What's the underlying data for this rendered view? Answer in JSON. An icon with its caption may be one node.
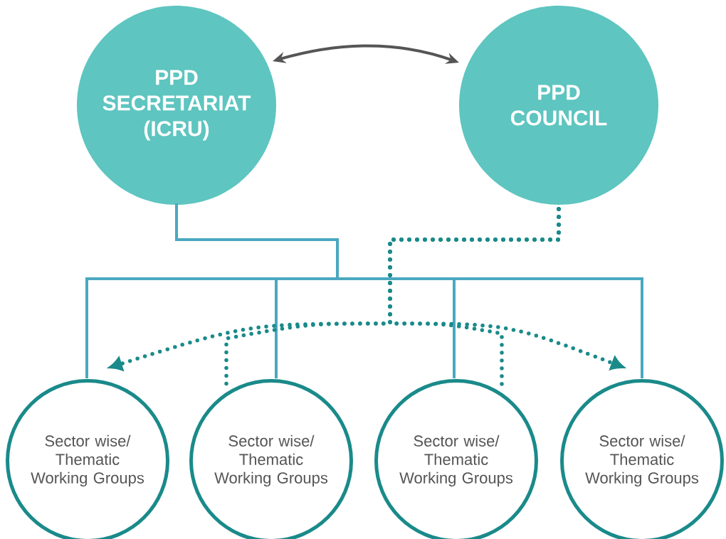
{
  "diagram": {
    "nodes": [
      {
        "text": [
          "PPD SECRETARIAT (ICRU)"
        ]
      },
      {
        "text": [
          "PPD COUNCIL"
        ]
      },
      {
        "text": [
          "Sector wise/ Thematic Working Groups"
        ]
      },
      {
        "text": [
          "Sector wise/ Thematic Working Groups"
        ]
      },
      {
        "text": [
          "Sector wise/ Thematic Working Groups"
        ]
      },
      {
        "text": [
          "Sector wise/ Thematic Working Groups"
        ]
      }
    ],
    "edges": [
      {
        "from": 0,
        "to": 1,
        "arrow": "both",
        "color": "#555555"
      },
      {
        "from": 0,
        "to": 2,
        "arrow": "none",
        "color": "#4aa8c0"
      },
      {
        "from": 0,
        "to": 3,
        "arrow": "none",
        "color": "#4aa8c0"
      },
      {
        "from": 0,
        "to": 4,
        "arrow": "none",
        "color": "#4aa8c0"
      },
      {
        "from": 0,
        "to": 5,
        "arrow": "none",
        "color": "#4aa8c0"
      },
      {
        "from": 1,
        "to": 2,
        "arrow": "to",
        "style": "dashed",
        "color": "#1a8a8a"
      },
      {
        "from": 1,
        "to": 3,
        "arrow": "none",
        "style": "dashed",
        "color": "#1a8a8a"
      },
      {
        "from": 1,
        "to": 4,
        "arrow": "none",
        "style": "dashed",
        "color": "#1a8a8a"
      },
      {
        "from": 1,
        "to": 5,
        "arrow": "to",
        "style": "dashed",
        "color": "#1a8a8a"
      }
    ]
  }
}
